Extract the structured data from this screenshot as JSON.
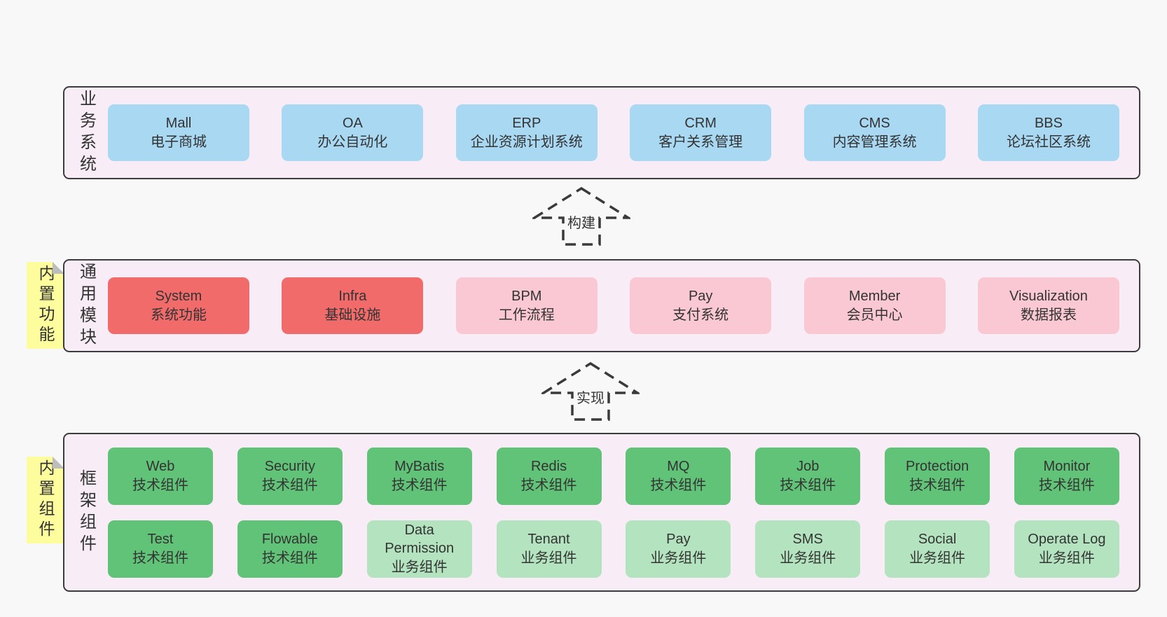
{
  "diagram": {
    "business": {
      "label": "业务系统",
      "boxes": [
        {
          "name": "Mall",
          "subtitle": "电子商城"
        },
        {
          "name": "OA",
          "subtitle": "办公自动化"
        },
        {
          "name": "ERP",
          "subtitle": "企业资源计划系统"
        },
        {
          "name": "CRM",
          "subtitle": "客户关系管理"
        },
        {
          "name": "CMS",
          "subtitle": "内容管理系统"
        },
        {
          "name": "BBS",
          "subtitle": "论坛社区系统"
        }
      ]
    },
    "arrow_build": {
      "label": "构建"
    },
    "modules": {
      "label": "通用模块",
      "tab": "内置功能",
      "boxes": [
        {
          "name": "System",
          "subtitle": "系统功能"
        },
        {
          "name": "Infra",
          "subtitle": "基础设施"
        },
        {
          "name": "BPM",
          "subtitle": "工作流程"
        },
        {
          "name": "Pay",
          "subtitle": "支付系统"
        },
        {
          "name": "Member",
          "subtitle": "会员中心"
        },
        {
          "name": "Visualization",
          "subtitle": "数据报表"
        }
      ]
    },
    "arrow_implement": {
      "label": "实现"
    },
    "framework": {
      "label": "框架组件",
      "tab": "内置组件",
      "row1": [
        {
          "name": "Web",
          "subtitle": "技术组件"
        },
        {
          "name": "Security",
          "subtitle": "技术组件"
        },
        {
          "name": "MyBatis",
          "subtitle": "技术组件"
        },
        {
          "name": "Redis",
          "subtitle": "技术组件"
        },
        {
          "name": "MQ",
          "subtitle": "技术组件"
        },
        {
          "name": "Job",
          "subtitle": "技术组件"
        },
        {
          "name": "Protection",
          "subtitle": "技术组件"
        },
        {
          "name": "Monitor",
          "subtitle": "技术组件"
        }
      ],
      "row2": [
        {
          "name": "Test",
          "subtitle": "技术组件"
        },
        {
          "name": "Flowable",
          "subtitle": "技术组件"
        },
        {
          "name": "Data Permission",
          "subtitle": "业务组件"
        },
        {
          "name": "Tenant",
          "subtitle": "业务组件"
        },
        {
          "name": "Pay",
          "subtitle": "业务组件"
        },
        {
          "name": "SMS",
          "subtitle": "业务组件"
        },
        {
          "name": "Social",
          "subtitle": "业务组件"
        },
        {
          "name": "Operate Log",
          "subtitle": "业务组件"
        }
      ]
    },
    "colors": {
      "page_bg": "#f8f8f8",
      "panel_bg": "#f8edf6",
      "panel_border": "#3c3c3c",
      "box_blue": "#a8d8f2",
      "box_red": "#f26b6b",
      "box_pink": "#fac8d3",
      "box_green_dark": "#60c377",
      "box_green_light": "#b4e4bf",
      "tab_yellow": "#fdfd9d",
      "arrow_stroke": "#3a3a3a"
    }
  }
}
